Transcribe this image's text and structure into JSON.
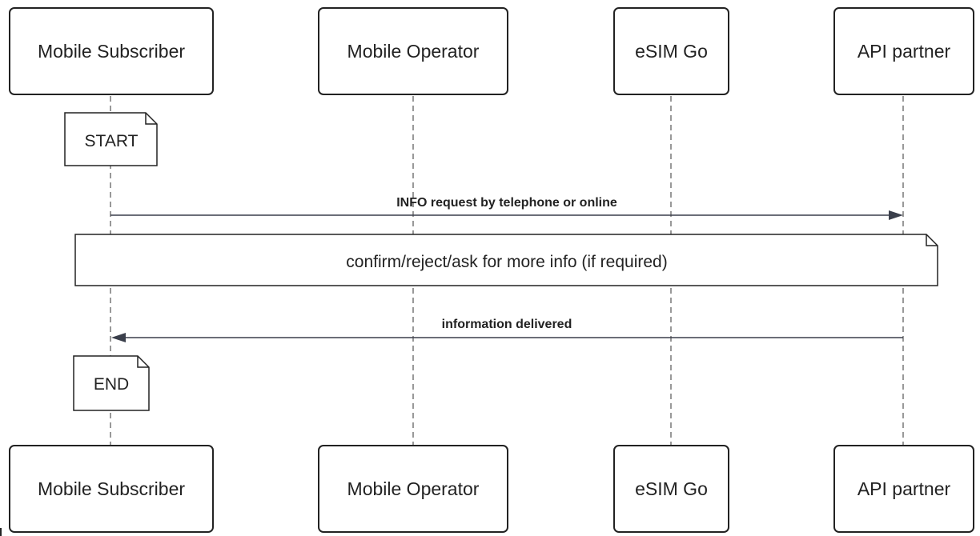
{
  "participants": [
    {
      "label": "Mobile Subscriber"
    },
    {
      "label": "Mobile Operator"
    },
    {
      "label": "eSIM Go"
    },
    {
      "label": "API partner"
    }
  ],
  "notes": {
    "start": "START",
    "confirm": "confirm/reject/ask for more info (if required)",
    "end": "END"
  },
  "messages": [
    {
      "label": "INFO request by telephone or online",
      "from": "Mobile Subscriber",
      "to": "API partner"
    },
    {
      "label": "information delivered",
      "from": "API partner",
      "to": "Mobile Subscriber"
    }
  ],
  "colors": {
    "line": "#222222",
    "lifeline": "#555555",
    "arrow": "#3a3f4b"
  }
}
